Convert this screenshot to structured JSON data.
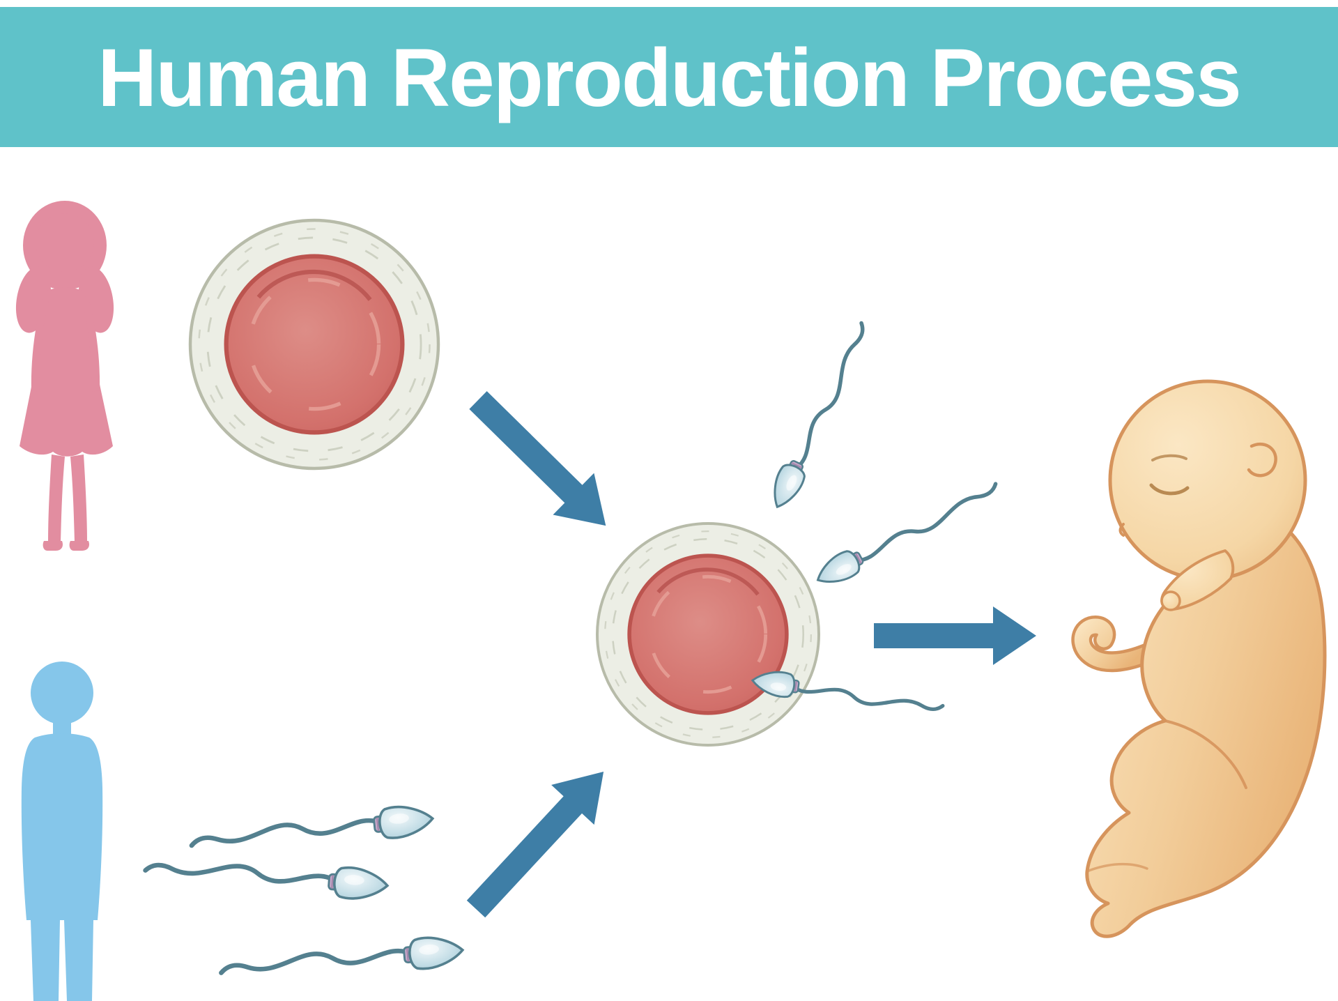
{
  "title": "Human Reproduction Process",
  "colors": {
    "background": "#ffffff",
    "banner": "#5fc2c9",
    "title_text": "#ffffff",
    "female": "#e28da0",
    "male": "#85c6ea",
    "egg_outer": "#eceee5",
    "egg_outer_stroke": "#b7bba9",
    "egg_texture": "#c6c9b9",
    "egg_inner": "#d5736e",
    "egg_inner_stroke": "#bc544f",
    "egg_inner_dark": "#b85450",
    "egg_inner_light": "#e69e96",
    "arrow": "#3e7ea6",
    "sperm_stroke": "#54808f",
    "sperm_neck": "#c9a9cb",
    "fetus_outline": "#d6945c",
    "fetus_skin": "#f8ddb3",
    "fetus_skin_deep": "#edbd83",
    "fetus_face_line": "#b98a52"
  },
  "illustrations": [
    {
      "name": "female-silhouette"
    },
    {
      "name": "male-silhouette"
    },
    {
      "name": "egg-cell"
    },
    {
      "name": "sperm-cells"
    },
    {
      "name": "fertilization-egg"
    },
    {
      "name": "fetus"
    }
  ]
}
